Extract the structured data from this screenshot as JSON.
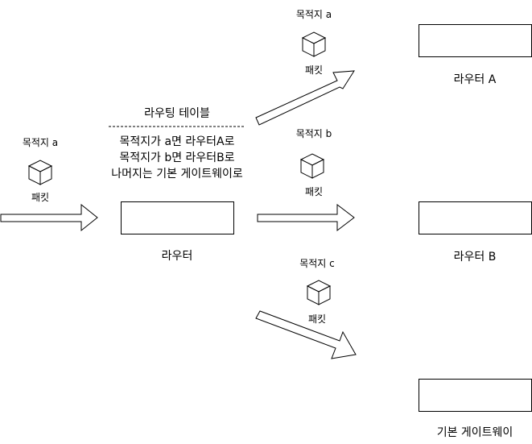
{
  "routing_table": {
    "title": "라우팅 테이블",
    "rules": [
      "목적지가 a면 라우터A로",
      "목적지가 b면 라우터B로",
      "나머지는 기본 게이트웨이로"
    ]
  },
  "router": {
    "label": "라우터"
  },
  "router_a": {
    "label": "라우터 A"
  },
  "router_b": {
    "label": "라우터 B"
  },
  "default_gateway": {
    "label": "기본 게이트웨이"
  },
  "packets": {
    "incoming": {
      "destination": "목적지 a",
      "label": "패킷"
    },
    "to_a": {
      "destination": "목적지 a",
      "label": "패킷"
    },
    "to_b": {
      "destination": "목적지 b",
      "label": "패킷"
    },
    "to_gateway": {
      "destination": "목적지 c",
      "label": "패킷"
    }
  },
  "icons": {
    "packet": "cube-icon",
    "arrow": "block-arrow-icon"
  }
}
